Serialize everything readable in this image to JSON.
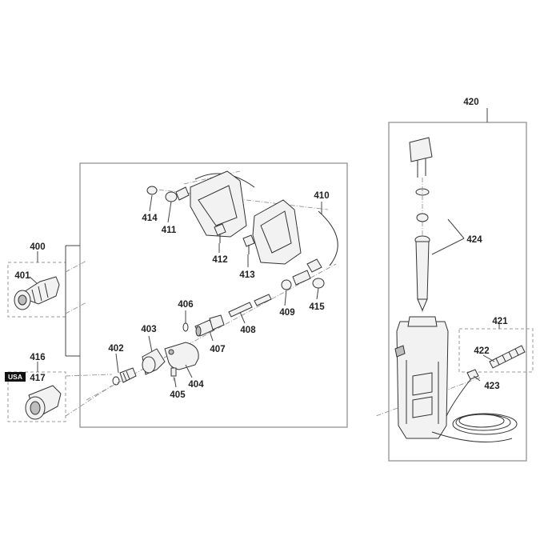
{
  "labels": {
    "p400": "400",
    "p401": "401",
    "p402": "402",
    "p403": "403",
    "p404": "404",
    "p405": "405",
    "p406": "406",
    "p407": "407",
    "p408": "408",
    "p409": "409",
    "p410": "410",
    "p411": "411",
    "p412": "412",
    "p413": "413",
    "p414": "414",
    "p415": "415",
    "p416": "416",
    "p417": "417",
    "p420": "420",
    "p421": "421",
    "p422": "422",
    "p423": "423",
    "p424": "424"
  },
  "badge": {
    "usa": "USA"
  }
}
